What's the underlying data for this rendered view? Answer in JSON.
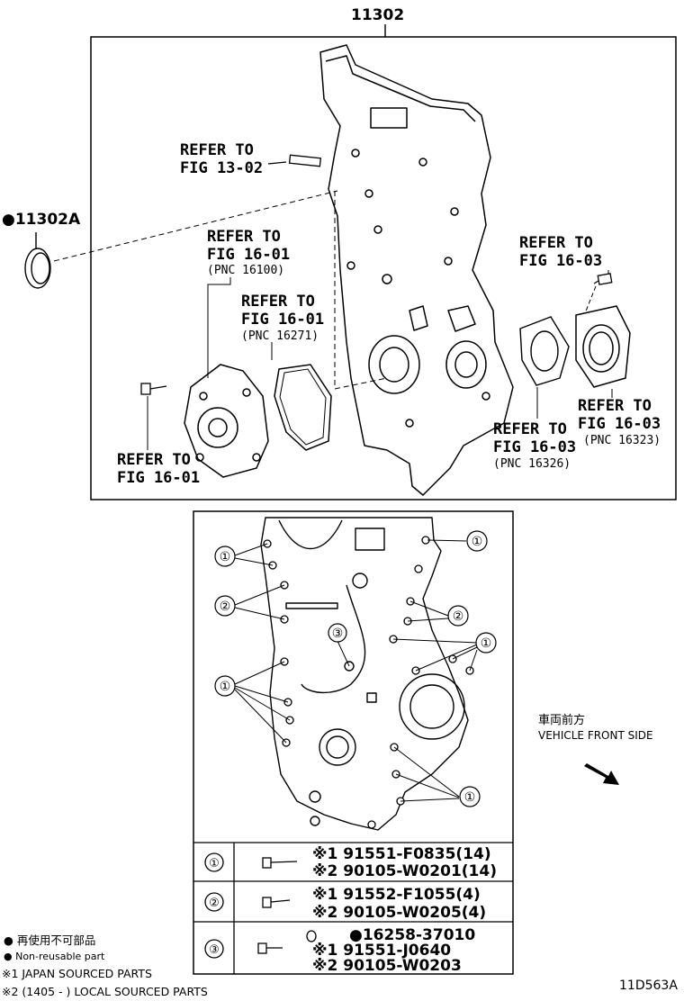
{
  "top_part_number": "11302",
  "seal_part_number": "●11302A",
  "refers": {
    "r1302": [
      "REFER TO",
      "FIG 13-02"
    ],
    "pump": [
      "REFER TO",
      "FIG 16-01",
      "(PNC 16100)"
    ],
    "gasket": [
      "REFER TO",
      "FIG 16-01",
      "(PNC 16271)"
    ],
    "pumpbolt": [
      "REFER TO",
      "FIG 16-01"
    ],
    "bolt1603": [
      "REFER TO",
      "FIG 16-03"
    ],
    "outlet": [
      "REFER TO",
      "FIG 16-03",
      "(PNC 16323)"
    ],
    "gasket1603": [
      "REFER TO",
      "FIG 16-03",
      "(PNC 16326)"
    ]
  },
  "callouts": {
    "c1_topleft": "①",
    "c1_topright": "①",
    "c2_left": "②",
    "c2_right": "②",
    "c3": "③",
    "c1_midright": "①",
    "c1_midleft": "①",
    "c1_lowright": "①"
  },
  "direction": {
    "ja": "車両前方",
    "en": "VEHICLE FRONT SIDE"
  },
  "table": {
    "rows": [
      {
        "symbol": "①",
        "lines": [
          "※1 91551-F0835(14)",
          "※2 90105-W0201(14)"
        ]
      },
      {
        "symbol": "②",
        "lines": [
          "※1 91552-F1055(4)",
          "※2 90105-W0205(4)"
        ]
      },
      {
        "symbol": "③",
        "lines": [
          "●16258-37010",
          "※1 91551-J0640",
          "※2 90105-W0203"
        ]
      }
    ]
  },
  "legend": {
    "ja": "● 再使用不可部品",
    "en": "● Non-reusable part",
    "note1": "※1 JAPAN SOURCED PARTS",
    "note2": "※2 (1405 -        ) LOCAL SOURCED PARTS"
  },
  "figure_code": "11D563A"
}
